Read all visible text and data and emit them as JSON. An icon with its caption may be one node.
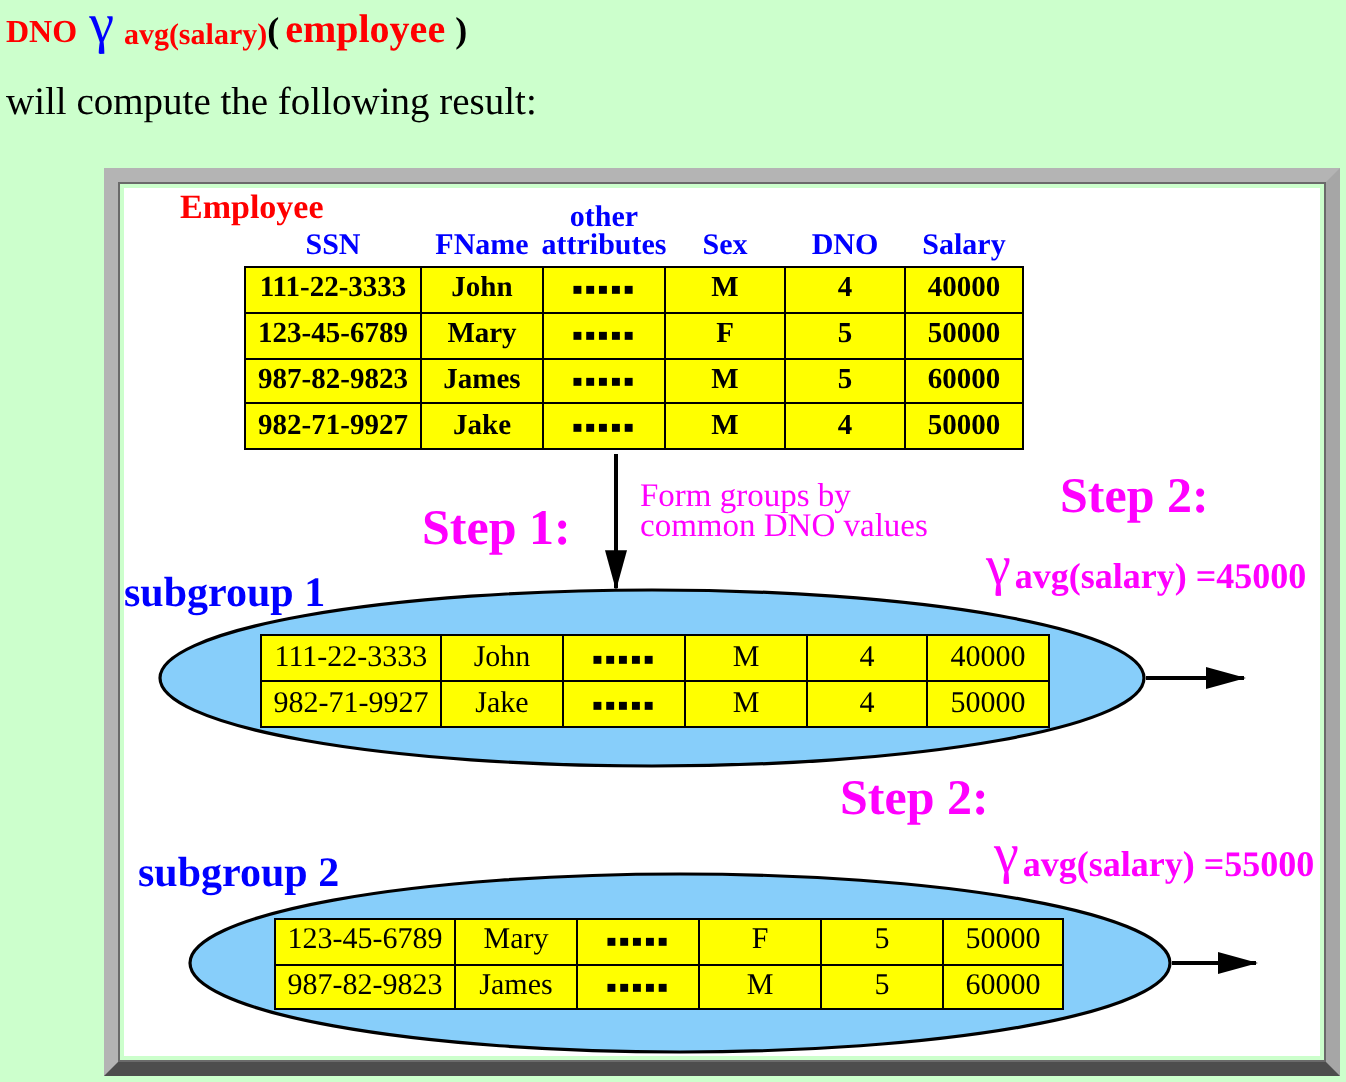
{
  "diagram": {
    "nodes": [
      {
        "text": [
          "Employee",
          "SSN",
          "FName",
          "other attributes",
          "Sex",
          "DNO",
          "Salary",
          "111-22-3333",
          "John",
          "▪▪▪▪▪",
          "M",
          "4",
          "40000",
          "123-45-6789",
          "Mary",
          "▪▪▪▪▪",
          "F",
          "5",
          "50000",
          "987-82-9823",
          "James",
          "▪▪▪▪▪",
          "M",
          "5",
          "60000",
          "982-71-9927",
          "Jake",
          "▪▪▪▪▪",
          "M",
          "4",
          "50000"
        ]
      },
      {
        "text": [
          "subgroup 1"
        ]
      },
      {
        "text": [
          "111-22-3333",
          "John",
          "▪▪▪▪▪",
          "M",
          "4",
          "40000",
          "982-71-9927",
          "Jake",
          "▪▪▪▪▪",
          "M",
          "4",
          "50000"
        ],
        "in": 1
      },
      {
        "text": [
          "subgroup 2"
        ]
      },
      {
        "text": [
          "123-45-6789",
          "Mary",
          "▪▪▪▪▪",
          "F",
          "5",
          "50000",
          "987-82-9823",
          "James",
          "▪▪▪▪▪",
          "M",
          "5",
          "60000"
        ],
        "in": 3
      }
    ],
    "edges": [
      {
        "from": 0,
        "to": 1,
        "arrow": "to"
      },
      {
        "from": 1,
        "to": null,
        "arrow": "to"
      },
      {
        "from": 3,
        "to": null,
        "arrow": "to"
      }
    ],
    "labels": [
      "DNO",
      "γ$_{avg(salary)}$",
      "(",
      "employee",
      ")",
      "will compute the following result:",
      "Step 1:",
      "Form groups by common DNO values",
      "Step 2:",
      "γ$_{avg(salary) =45000}$",
      "Step 2:",
      "γ$_{avg(salary) =55000}$"
    ]
  }
}
